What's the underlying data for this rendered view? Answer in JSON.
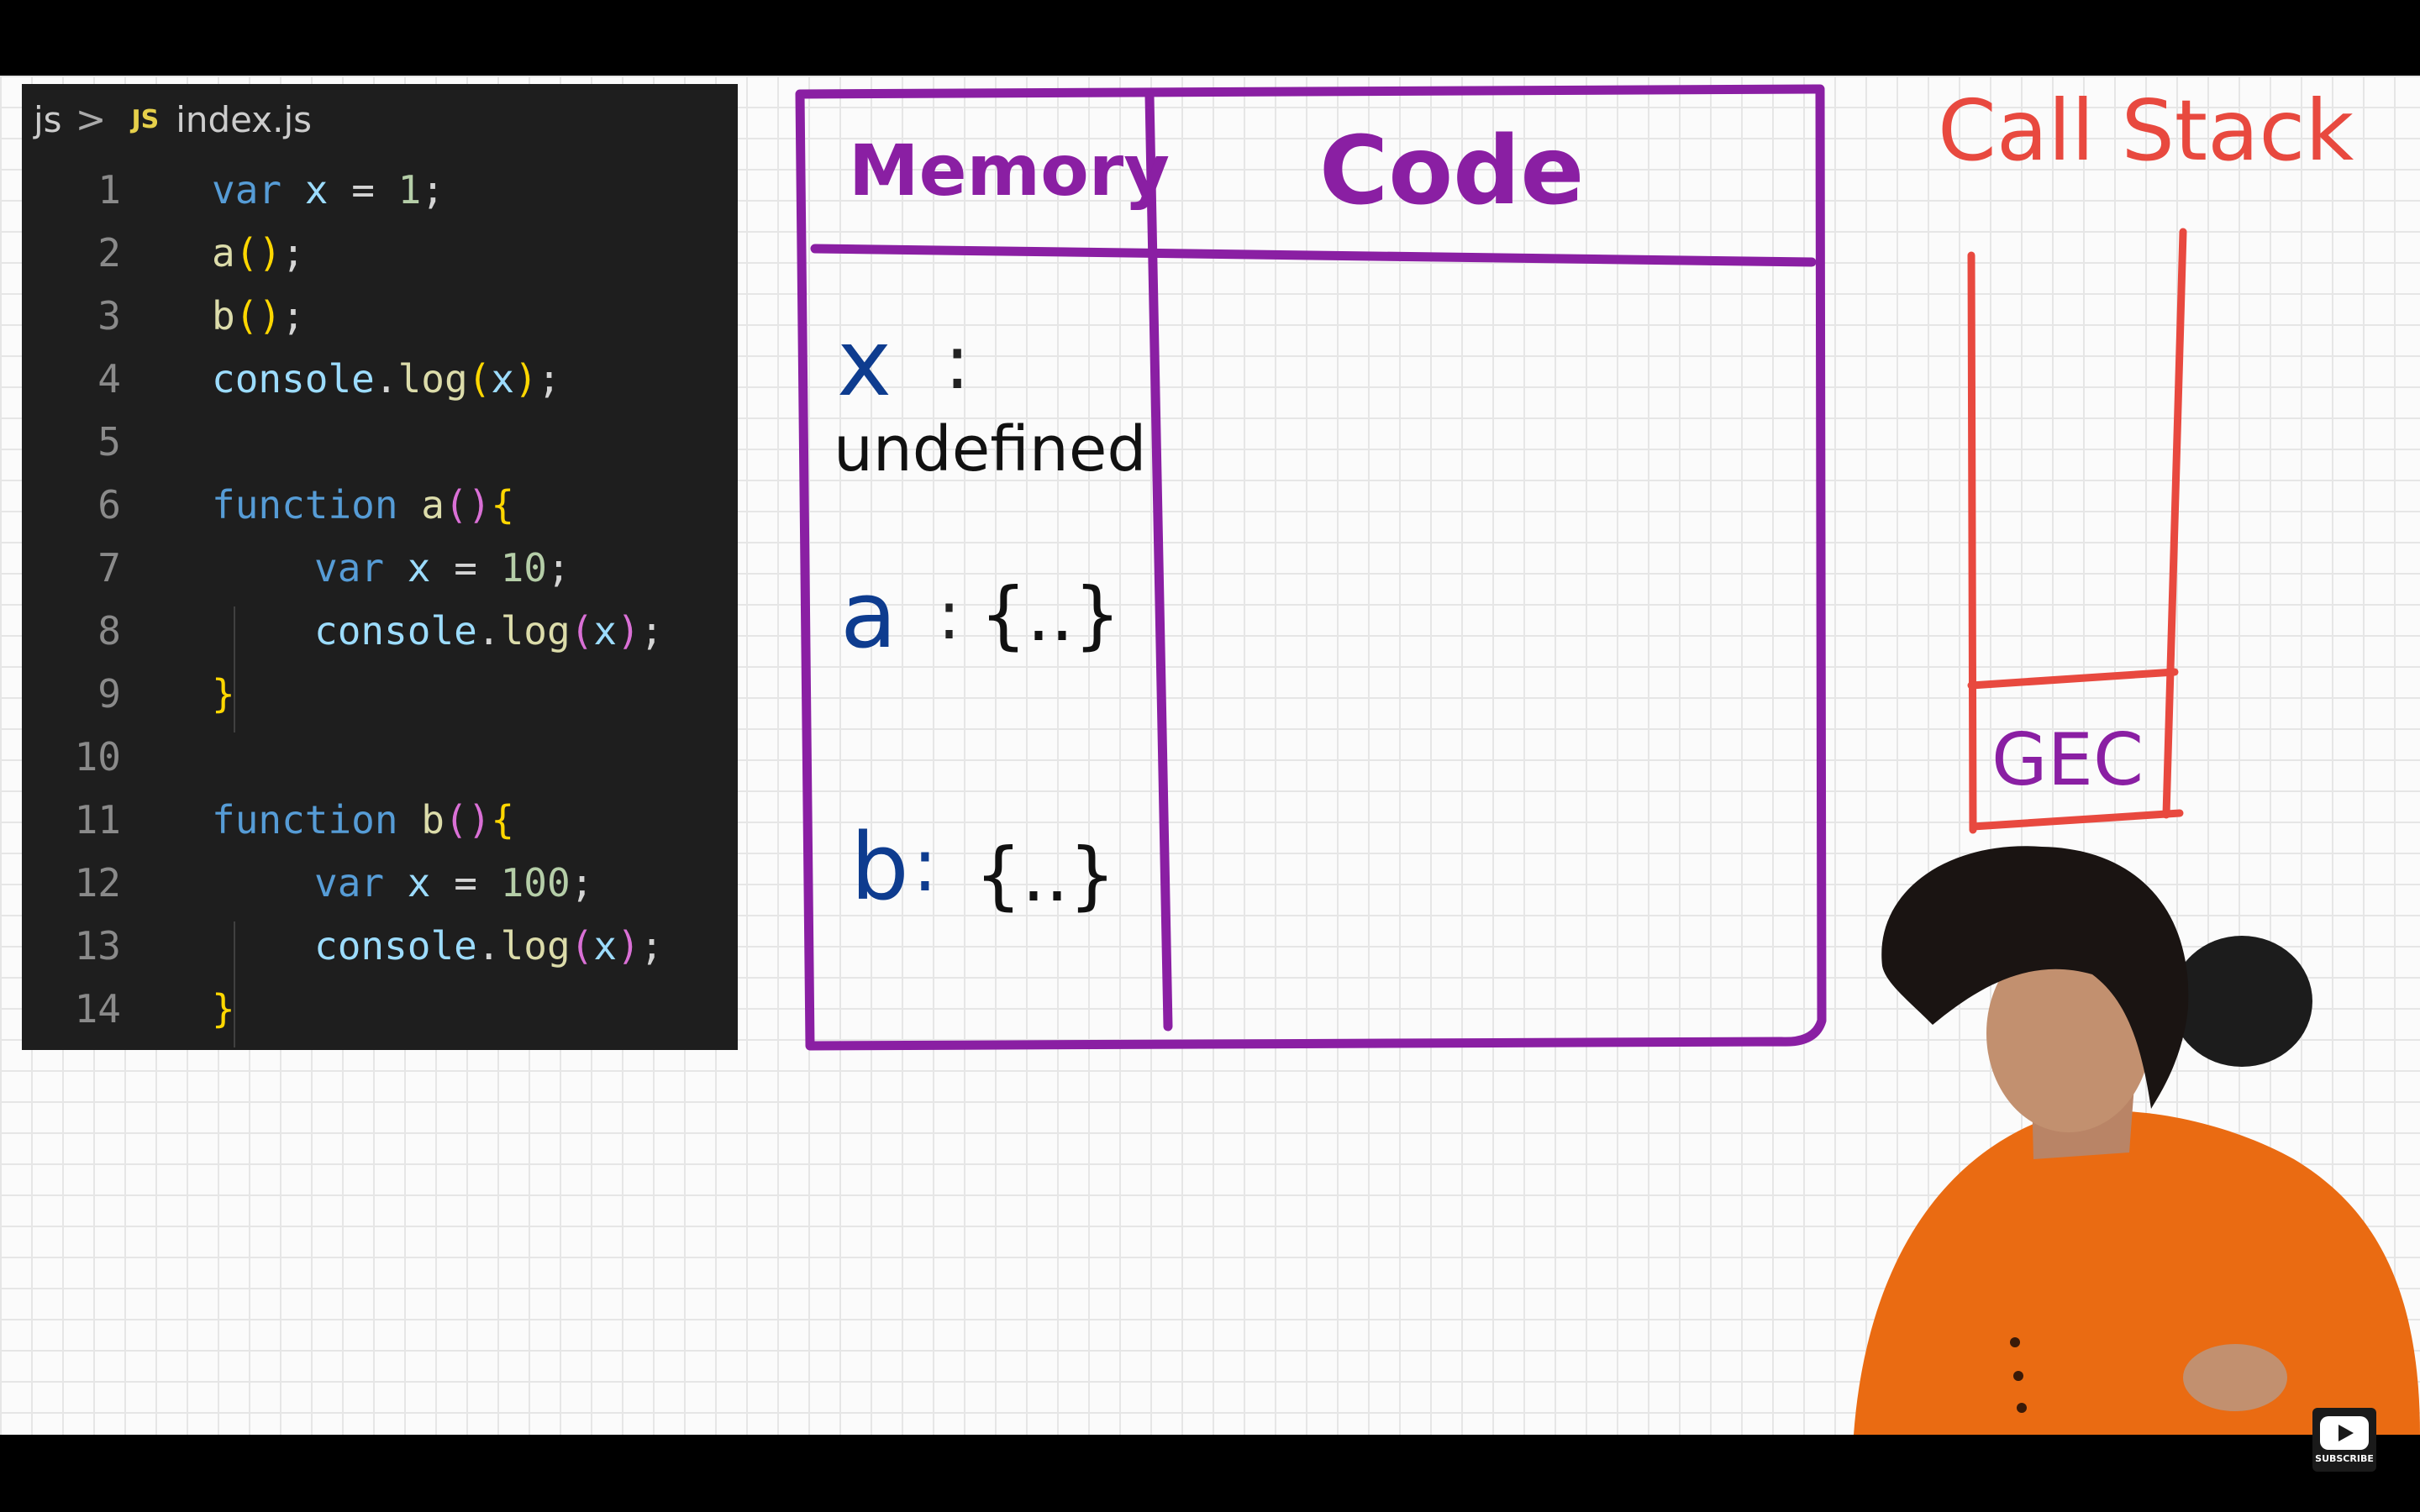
{
  "editor": {
    "breadcrumb_folder": "js",
    "breadcrumb_separator": ">",
    "file_badge": "JS",
    "file_name": "index.js",
    "lines": [
      {
        "n": "1",
        "tokens": [
          {
            "t": "var",
            "c": "kw"
          },
          {
            "t": " ",
            "c": "pn"
          },
          {
            "t": "x",
            "c": "vr"
          },
          {
            "t": " = ",
            "c": "pn"
          },
          {
            "t": "1",
            "c": "nm"
          },
          {
            "t": ";",
            "c": "pn"
          }
        ]
      },
      {
        "n": "2",
        "tokens": [
          {
            "t": "a",
            "c": "fn"
          },
          {
            "t": "(",
            "c": "br"
          },
          {
            "t": ")",
            "c": "br"
          },
          {
            "t": ";",
            "c": "pn"
          }
        ]
      },
      {
        "n": "3",
        "tokens": [
          {
            "t": "b",
            "c": "fn"
          },
          {
            "t": "(",
            "c": "br"
          },
          {
            "t": ")",
            "c": "br"
          },
          {
            "t": ";",
            "c": "pn"
          }
        ]
      },
      {
        "n": "4",
        "tokens": [
          {
            "t": "console",
            "c": "vr"
          },
          {
            "t": ".",
            "c": "pn"
          },
          {
            "t": "log",
            "c": "fn"
          },
          {
            "t": "(",
            "c": "br"
          },
          {
            "t": "x",
            "c": "vr"
          },
          {
            "t": ")",
            "c": "br"
          },
          {
            "t": ";",
            "c": "pn"
          }
        ]
      },
      {
        "n": "5",
        "tokens": []
      },
      {
        "n": "6",
        "tokens": [
          {
            "t": "function",
            "c": "kw"
          },
          {
            "t": " ",
            "c": "pn"
          },
          {
            "t": "a",
            "c": "fn"
          },
          {
            "t": "(",
            "c": "bp"
          },
          {
            "t": ")",
            "c": "bp"
          },
          {
            "t": "{",
            "c": "br"
          }
        ]
      },
      {
        "n": "7",
        "indent": true,
        "tokens": [
          {
            "t": "var",
            "c": "kw"
          },
          {
            "t": " ",
            "c": "pn"
          },
          {
            "t": "x",
            "c": "vr"
          },
          {
            "t": " = ",
            "c": "pn"
          },
          {
            "t": "10",
            "c": "nm"
          },
          {
            "t": ";",
            "c": "pn"
          }
        ]
      },
      {
        "n": "8",
        "indent": true,
        "tokens": [
          {
            "t": "console",
            "c": "vr"
          },
          {
            "t": ".",
            "c": "pn"
          },
          {
            "t": "log",
            "c": "fn"
          },
          {
            "t": "(",
            "c": "bp"
          },
          {
            "t": "x",
            "c": "vr"
          },
          {
            "t": ")",
            "c": "bp"
          },
          {
            "t": ";",
            "c": "pn"
          }
        ]
      },
      {
        "n": "9",
        "tokens": [
          {
            "t": "}",
            "c": "br"
          }
        ]
      },
      {
        "n": "10",
        "tokens": []
      },
      {
        "n": "11",
        "tokens": [
          {
            "t": "function",
            "c": "kw"
          },
          {
            "t": " ",
            "c": "pn"
          },
          {
            "t": "b",
            "c": "fn"
          },
          {
            "t": "(",
            "c": "bp"
          },
          {
            "t": ")",
            "c": "bp"
          },
          {
            "t": "{",
            "c": "br"
          }
        ]
      },
      {
        "n": "12",
        "indent": true,
        "tokens": [
          {
            "t": "var",
            "c": "kw"
          },
          {
            "t": " ",
            "c": "pn"
          },
          {
            "t": "x",
            "c": "vr"
          },
          {
            "t": " = ",
            "c": "pn"
          },
          {
            "t": "100",
            "c": "nm"
          },
          {
            "t": ";",
            "c": "pn"
          }
        ]
      },
      {
        "n": "13",
        "indent": true,
        "tokens": [
          {
            "t": "console",
            "c": "vr"
          },
          {
            "t": ".",
            "c": "pn"
          },
          {
            "t": "log",
            "c": "fn"
          },
          {
            "t": "(",
            "c": "bp"
          },
          {
            "t": "x",
            "c": "vr"
          },
          {
            "t": ")",
            "c": "bp"
          },
          {
            "t": ";",
            "c": "pn"
          }
        ]
      },
      {
        "n": "14",
        "tokens": [
          {
            "t": "}",
            "c": "br"
          }
        ]
      }
    ]
  },
  "whiteboard": {
    "memory_header": "Memory",
    "code_header": "Code",
    "memory_entries": [
      {
        "key": "x",
        "sep": ":",
        "value": "undefined"
      },
      {
        "key": "a",
        "sep": ":",
        "value": "{..}"
      },
      {
        "key": "b",
        "sep": ":",
        "value": "{..}"
      }
    ],
    "call_stack_title": "Call Stack",
    "call_stack_frames": [
      "GEC"
    ]
  },
  "subscribe_label": "SUBSCRIBE",
  "colors": {
    "editor_bg": "#1e1e1e",
    "table_purple": "#8a1fa3",
    "memory_key_blue": "#0e3c8f",
    "stack_red": "#e8493f",
    "shirt_orange": "#ea6b12"
  }
}
